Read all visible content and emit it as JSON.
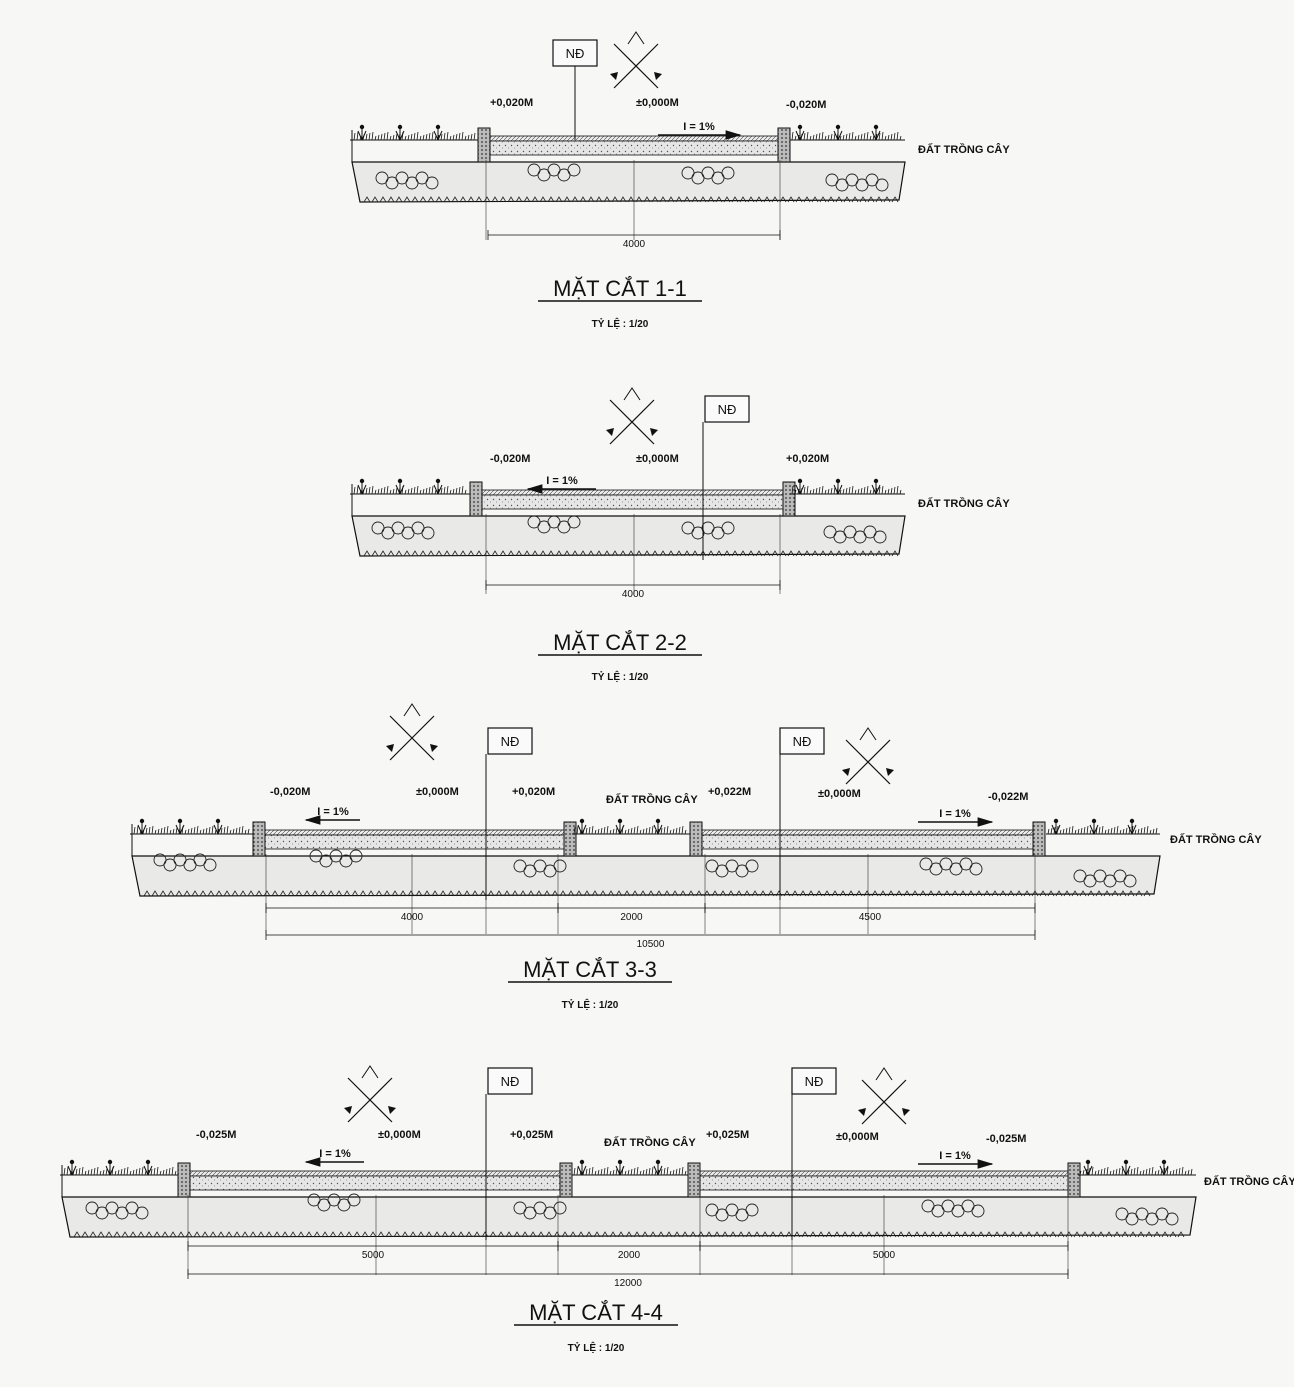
{
  "sections": [
    {
      "title": "MẶT CẮT 1-1",
      "scale": "TỶ LỆ : 1/20",
      "nd": "NĐ",
      "levels": [
        "+0,020M",
        "±0,000M",
        "-0,020M"
      ],
      "slope": "I = 1%",
      "soil_label": "ĐẤT TRỒNG CÂY",
      "dimensions": [
        "4000"
      ]
    },
    {
      "title": "MẶT CẮT 2-2",
      "scale": "TỶ LỆ : 1/20",
      "nd": "NĐ",
      "levels": [
        "-0,020M",
        "±0,000M",
        "+0,020M"
      ],
      "slope": "I = 1%",
      "soil_label": "ĐẤT TRỒNG CÂY",
      "dimensions": [
        "4000"
      ]
    },
    {
      "title": "MẶT CẮT 3-3",
      "scale": "TỶ LỆ : 1/20",
      "nd": [
        "NĐ",
        "NĐ"
      ],
      "levels": [
        "-0,020M",
        "±0,000M",
        "+0,020M",
        "+0,022M",
        "±0,000M",
        "-0,022M"
      ],
      "slope": [
        "I = 1%",
        "I = 1%"
      ],
      "soil_label": [
        "ĐẤT TRỒNG CÂY",
        "ĐẤT TRỒNG CÂY"
      ],
      "dimensions": [
        "4000",
        "2000",
        "4500",
        "10500"
      ]
    },
    {
      "title": "MẶT CẮT 4-4",
      "scale": "TỶ LỆ : 1/20",
      "nd": [
        "NĐ",
        "NĐ"
      ],
      "levels": [
        "-0,025M",
        "±0,000M",
        "+0,025M",
        "+0,025M",
        "±0,000M",
        "-0,025M"
      ],
      "slope": [
        "I = 1%",
        "I = 1%"
      ],
      "soil_label": [
        "ĐẤT TRỒNG CÂY",
        "ĐẤT TRỒNG CÂY"
      ],
      "dimensions": [
        "5000",
        "2000",
        "5000",
        "12000"
      ]
    }
  ]
}
